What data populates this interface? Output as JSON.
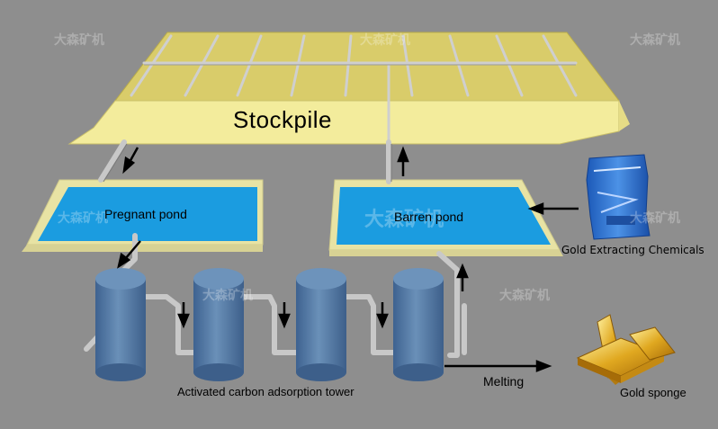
{
  "labels": {
    "stockpile": "Stockpile",
    "pregnant_pond": "Pregnant pond",
    "barren_pond": "Barren pond",
    "chemicals": "Gold Extracting Chemicals",
    "tower": "Activated carbon adsorption tower",
    "melting": "Melting",
    "gold_sponge": "Gold sponge"
  },
  "watermark": "大森矿机",
  "colors": {
    "background": "#8e8e8e",
    "heap_top": "#d9cc6a",
    "heap_front": "#f3ec9c",
    "pond_water": "#1b9ce0",
    "pond_rim": "#e8e3a4",
    "tank": "#5077a2",
    "pipe": "#c8c8c8",
    "gold": "#d8a21c"
  }
}
